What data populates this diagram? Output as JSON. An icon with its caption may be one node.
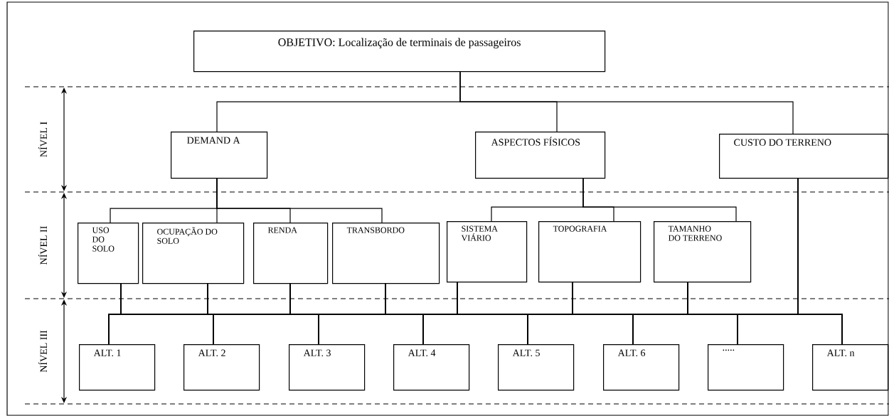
{
  "diagram": {
    "nodes": [
      {
        "text": [
          "OBJETIVO: Localização de terminais de passageiros"
        ]
      },
      {
        "text": [
          "DEMAND A"
        ]
      },
      {
        "text": [
          "ASPECTOS FÍSICOS"
        ]
      },
      {
        "text": [
          "CUSTO DO TERRENO"
        ]
      },
      {
        "text": [
          "USO DO SOLO"
        ]
      },
      {
        "text": [
          "OCUPAÇÃO DO SOLO"
        ]
      },
      {
        "text": [
          "RENDA"
        ]
      },
      {
        "text": [
          "TRANSBORDO"
        ]
      },
      {
        "text": [
          "SISTEMA VIÁRIO"
        ]
      },
      {
        "text": [
          "TOPOGRAFIA"
        ]
      },
      {
        "text": [
          "TAMANHO DO TERRENO"
        ]
      },
      {
        "text": [
          "ALT. 1"
        ]
      },
      {
        "text": [
          "ALT. 2"
        ]
      },
      {
        "text": [
          "ALT. 3"
        ]
      },
      {
        "text": [
          "ALT. 4"
        ]
      },
      {
        "text": [
          "ALT. 5"
        ]
      },
      {
        "text": [
          "ALT. 6"
        ]
      },
      {
        "text": [
          "....."
        ]
      },
      {
        "text": [
          "ALT. n"
        ]
      }
    ],
    "edges": [
      {
        "from": 0,
        "to": 1,
        "arrow": "none"
      },
      {
        "from": 0,
        "to": 2,
        "arrow": "none"
      },
      {
        "from": 0,
        "to": 3,
        "arrow": "none"
      },
      {
        "from": 1,
        "to": 4,
        "arrow": "none"
      },
      {
        "from": 1,
        "to": 5,
        "arrow": "none"
      },
      {
        "from": 1,
        "to": 6,
        "arrow": "none"
      },
      {
        "from": 1,
        "to": 7,
        "arrow": "none"
      },
      {
        "from": 2,
        "to": 8,
        "arrow": "none"
      },
      {
        "from": 2,
        "to": 9,
        "arrow": "none"
      },
      {
        "from": 2,
        "to": 10,
        "arrow": "none"
      },
      {
        "from": 4,
        "to": 11,
        "arrow": "none"
      },
      {
        "from": 4,
        "to": 12,
        "arrow": "none"
      },
      {
        "from": 4,
        "to": 13,
        "arrow": "none"
      },
      {
        "from": 4,
        "to": 14,
        "arrow": "none"
      },
      {
        "from": 4,
        "to": 15,
        "arrow": "none"
      },
      {
        "from": 4,
        "to": 16,
        "arrow": "none"
      },
      {
        "from": 4,
        "to": 17,
        "arrow": "none"
      },
      {
        "from": 4,
        "to": 18,
        "arrow": "none"
      },
      {
        "from": 5,
        "to": 11,
        "arrow": "none"
      },
      {
        "from": 5,
        "to": 12,
        "arrow": "none"
      },
      {
        "from": 5,
        "to": 13,
        "arrow": "none"
      },
      {
        "from": 5,
        "to": 14,
        "arrow": "none"
      },
      {
        "from": 5,
        "to": 15,
        "arrow": "none"
      },
      {
        "from": 5,
        "to": 16,
        "arrow": "none"
      },
      {
        "from": 5,
        "to": 17,
        "arrow": "none"
      },
      {
        "from": 5,
        "to": 18,
        "arrow": "none"
      },
      {
        "from": 6,
        "to": 11,
        "arrow": "none"
      },
      {
        "from": 6,
        "to": 12,
        "arrow": "none"
      },
      {
        "from": 6,
        "to": 13,
        "arrow": "none"
      },
      {
        "from": 6,
        "to": 14,
        "arrow": "none"
      },
      {
        "from": 6,
        "to": 15,
        "arrow": "none"
      },
      {
        "from": 6,
        "to": 16,
        "arrow": "none"
      },
      {
        "from": 6,
        "to": 17,
        "arrow": "none"
      },
      {
        "from": 6,
        "to": 18,
        "arrow": "none"
      },
      {
        "from": 7,
        "to": 11,
        "arrow": "none"
      },
      {
        "from": 7,
        "to": 12,
        "arrow": "none"
      },
      {
        "from": 7,
        "to": 13,
        "arrow": "none"
      },
      {
        "from": 7,
        "to": 14,
        "arrow": "none"
      },
      {
        "from": 7,
        "to": 15,
        "arrow": "none"
      },
      {
        "from": 7,
        "to": 16,
        "arrow": "none"
      },
      {
        "from": 7,
        "to": 17,
        "arrow": "none"
      },
      {
        "from": 7,
        "to": 18,
        "arrow": "none"
      },
      {
        "from": 8,
        "to": 11,
        "arrow": "none"
      },
      {
        "from": 8,
        "to": 12,
        "arrow": "none"
      },
      {
        "from": 8,
        "to": 13,
        "arrow": "none"
      },
      {
        "from": 8,
        "to": 14,
        "arrow": "none"
      },
      {
        "from": 8,
        "to": 15,
        "arrow": "none"
      },
      {
        "from": 8,
        "to": 16,
        "arrow": "none"
      },
      {
        "from": 8,
        "to": 17,
        "arrow": "none"
      },
      {
        "from": 8,
        "to": 18,
        "arrow": "none"
      },
      {
        "from": 9,
        "to": 11,
        "arrow": "none"
      },
      {
        "from": 9,
        "to": 12,
        "arrow": "none"
      },
      {
        "from": 9,
        "to": 13,
        "arrow": "none"
      },
      {
        "from": 9,
        "to": 14,
        "arrow": "none"
      },
      {
        "from": 9,
        "to": 15,
        "arrow": "none"
      },
      {
        "from": 9,
        "to": 16,
        "arrow": "none"
      },
      {
        "from": 9,
        "to": 17,
        "arrow": "none"
      },
      {
        "from": 9,
        "to": 18,
        "arrow": "none"
      },
      {
        "from": 10,
        "to": 11,
        "arrow": "none"
      },
      {
        "from": 10,
        "to": 12,
        "arrow": "none"
      },
      {
        "from": 10,
        "to": 13,
        "arrow": "none"
      },
      {
        "from": 10,
        "to": 14,
        "arrow": "none"
      },
      {
        "from": 10,
        "to": 15,
        "arrow": "none"
      },
      {
        "from": 10,
        "to": 16,
        "arrow": "none"
      },
      {
        "from": 10,
        "to": 17,
        "arrow": "none"
      },
      {
        "from": 10,
        "to": 18,
        "arrow": "none"
      },
      {
        "from": 3,
        "to": 11,
        "arrow": "none"
      },
      {
        "from": 3,
        "to": 12,
        "arrow": "none"
      },
      {
        "from": 3,
        "to": 13,
        "arrow": "none"
      },
      {
        "from": 3,
        "to": 14,
        "arrow": "none"
      },
      {
        "from": 3,
        "to": 15,
        "arrow": "none"
      },
      {
        "from": 3,
        "to": 16,
        "arrow": "none"
      },
      {
        "from": 3,
        "to": 17,
        "arrow": "none"
      },
      {
        "from": 3,
        "to": 18,
        "arrow": "none"
      }
    ],
    "labels": [
      "NÍVEL  I",
      "NÍVEL  II",
      "NÍVEL  III"
    ]
  }
}
